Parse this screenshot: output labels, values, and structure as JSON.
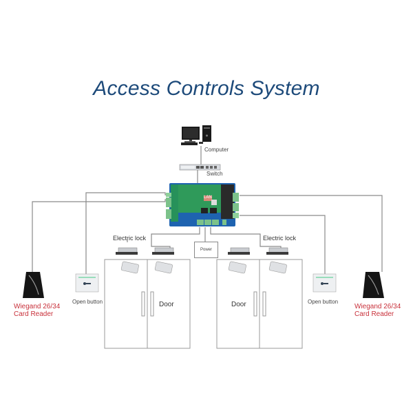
{
  "title": "Access Controls System",
  "nodes": {
    "computer": {
      "label": "Computer",
      "icon": "desktop-computer-icon"
    },
    "switch": {
      "label": "Switch",
      "icon": "network-switch-icon"
    },
    "controller": {
      "label": "LAN",
      "icon": "controller-board-icon"
    },
    "power": {
      "label": "Power"
    },
    "electric_lock_left": {
      "label": "Electric lock"
    },
    "electric_lock_right": {
      "label": "Electric lock"
    },
    "door_left": {
      "label": "Door"
    },
    "door_right": {
      "label": "Door"
    },
    "open_button_left": {
      "label": "Open button"
    },
    "open_button_right": {
      "label": "Open button"
    },
    "card_reader_left": {
      "label_line1": "Wiegand 26/34",
      "label_line2": "Card Reader"
    },
    "card_reader_right": {
      "label_line1": "Wiegand 26/34",
      "label_line2": "Card Reader"
    }
  },
  "colors": {
    "title": "#1d4a7a",
    "reader_label": "#c8303a",
    "wire": "#8a8a8a",
    "board_green": "#2f9a5a",
    "board_blue": "#1e63b0"
  }
}
